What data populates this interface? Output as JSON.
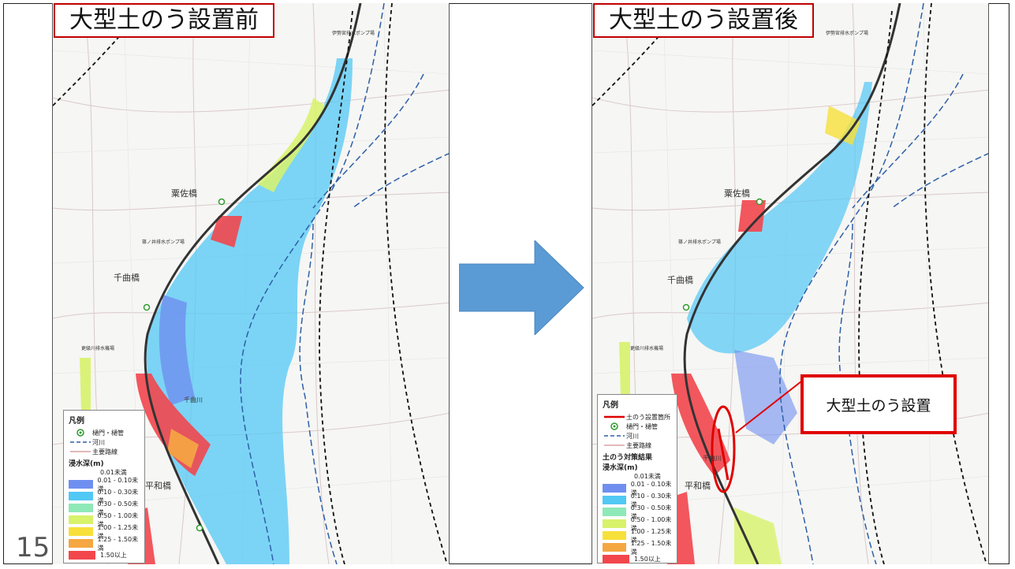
{
  "slide": {
    "page_number": "15"
  },
  "before_map": {
    "title": "大型土のう設置前",
    "labels": {
      "pump_top": "伊勢宮排水ポンプ場",
      "bridge_1": "粟佐橋",
      "pump_mid": "篠ノ井排水ポンプ場",
      "bridge_2": "千曲橋",
      "pump_low": "更級川排水機場",
      "bridge_3": "平和橋",
      "river": "千曲川"
    }
  },
  "after_map": {
    "title": "大型土のう設置後",
    "labels": {
      "pump_top": "伊勢宮排水ポンプ場",
      "bridge_1": "粟佐橋",
      "pump_mid": "篠ノ井排水ポンプ場",
      "bridge_2": "千曲橋",
      "pump_low": "更級川排水機場",
      "bridge_3": "平和橋",
      "river": "千曲川"
    }
  },
  "legend_before": {
    "title": "凡例",
    "items": [
      {
        "label": "樋門・樋管",
        "symbol": "gate-icon"
      },
      {
        "label": "河川",
        "symbol": "river-dash"
      },
      {
        "label": "主要路線",
        "symbol": "road-line"
      }
    ],
    "depth_title": "浸水深(m)",
    "depth_floor": "0.01未満",
    "depth_classes": [
      {
        "label": "0.01 - 0.10未満",
        "color": "#6f8ff0"
      },
      {
        "label": "0.10 - 0.30未満",
        "color": "#52c8f5"
      },
      {
        "label": "0.30 - 0.50未満",
        "color": "#8fe8b8"
      },
      {
        "label": "0.50 - 1.00未満",
        "color": "#d8f26a"
      },
      {
        "label": "1.00 - 1.25未満",
        "color": "#f7e03a"
      },
      {
        "label": "1.25 - 1.50未満",
        "color": "#f5a742"
      },
      {
        "label": "1.50以上",
        "color": "#f2464c"
      }
    ]
  },
  "legend_after": {
    "title": "凡例",
    "items": [
      {
        "label": "土のう設置箇所",
        "symbol": "sandbag-line"
      },
      {
        "label": "樋門・樋管",
        "symbol": "gate-icon"
      },
      {
        "label": "河川",
        "symbol": "river-dash"
      },
      {
        "label": "主要路線",
        "symbol": "road-line"
      }
    ],
    "result_title": "土のう対策結果",
    "depth_title": "浸水深(m)",
    "depth_floor": "0.01未満",
    "depth_classes": [
      {
        "label": "0.01 - 0.10未満",
        "color": "#6f8ff0"
      },
      {
        "label": "0.10 - 0.30未満",
        "color": "#52c8f5"
      },
      {
        "label": "0.30 - 0.50未満",
        "color": "#8fe8b8"
      },
      {
        "label": "0.50 - 1.00未満",
        "color": "#d8f26a"
      },
      {
        "label": "1.00 - 1.25未満",
        "color": "#f7e03a"
      },
      {
        "label": "1.25 - 1.50未満",
        "color": "#f5a742"
      },
      {
        "label": "1.50以上",
        "color": "#f2464c"
      }
    ]
  },
  "callout": {
    "text": "大型土のう設置",
    "color": "#e00000"
  },
  "arrow": {
    "color": "#5b9bd5",
    "direction": "right"
  }
}
